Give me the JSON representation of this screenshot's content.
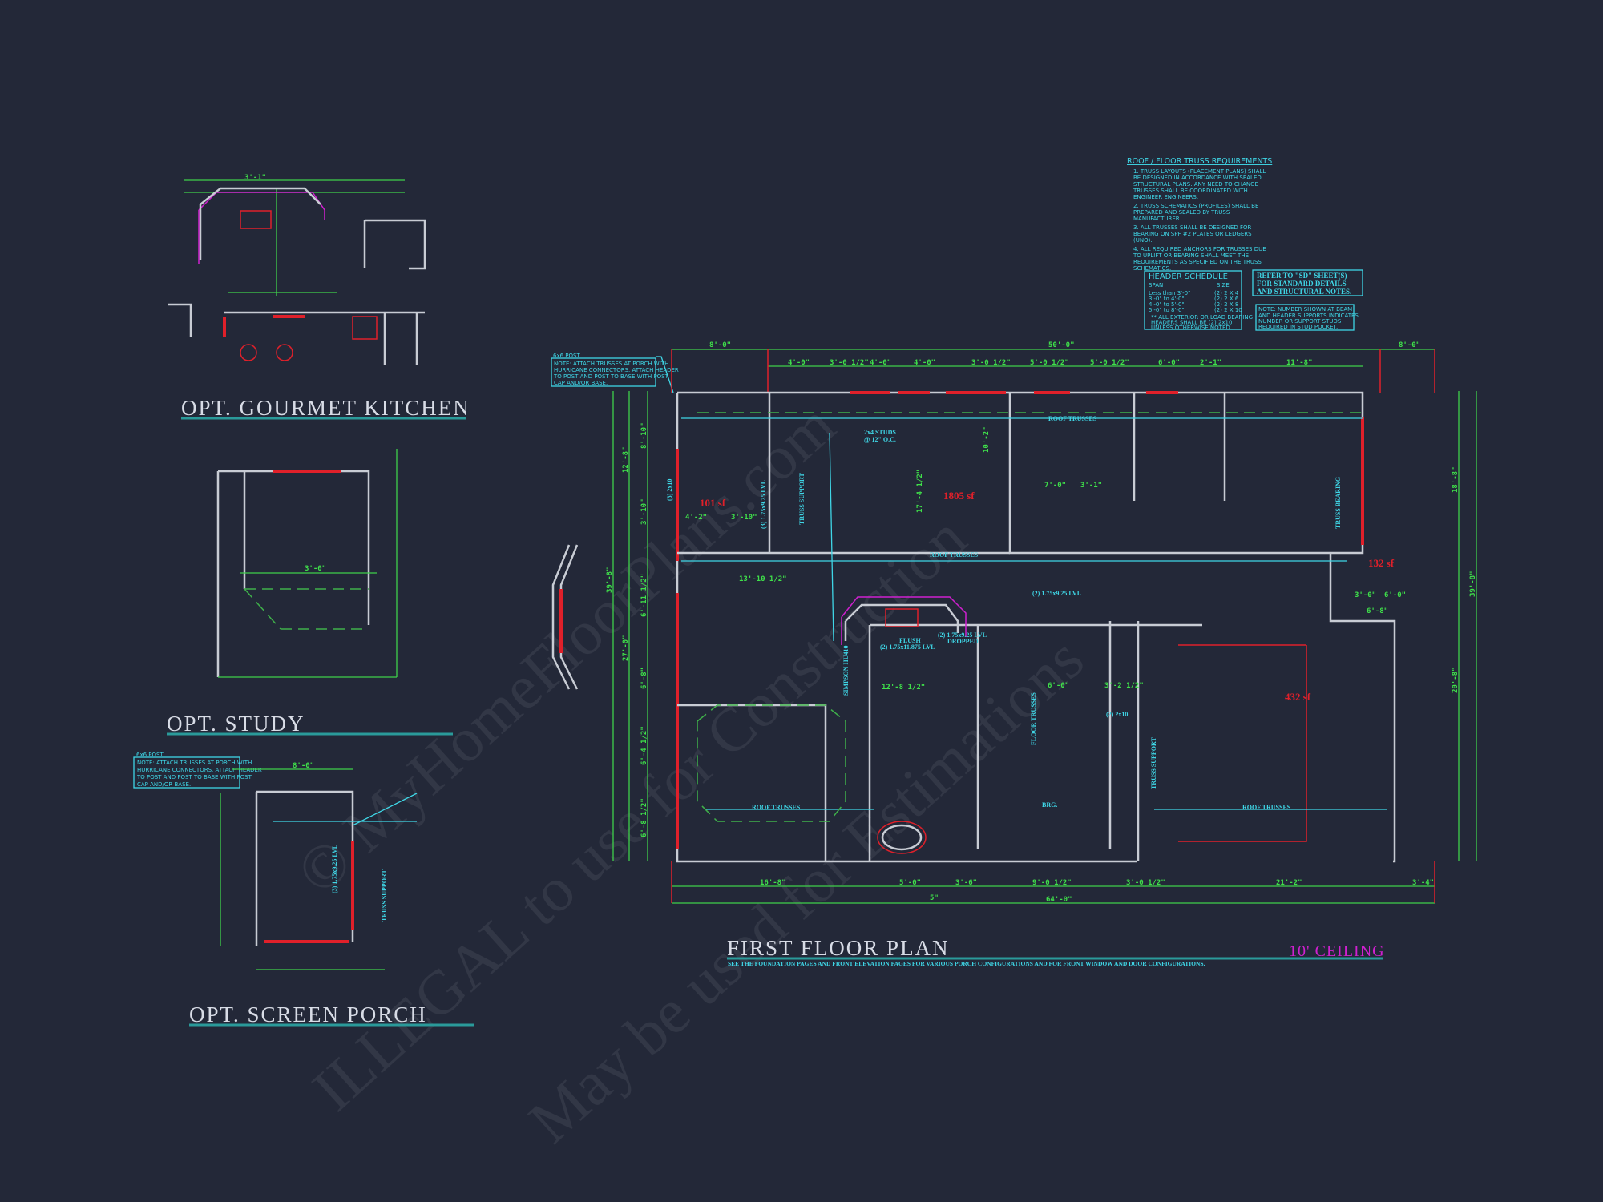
{
  "watermark": {
    "line1": "© MyHomeFloorPlans.com",
    "line2": "ILLEGAL to use for Construction",
    "line3": "May be used for Estimations"
  },
  "titles": {
    "gourmet_kitchen": "OPT. GOURMET KITCHEN",
    "study": "OPT. STUDY",
    "screen_porch": "OPT. SCREEN PORCH",
    "first_floor": "FIRST FLOOR PLAN",
    "ceiling": "10' CEILING",
    "first_floor_note": "SEE THE FOUNDATION PAGES AND FRONT ELEVATION PAGES FOR VARIOUS PORCH CONFIGURATIONS AND FOR FRONT WINDOW AND DOOR CONFIGURATIONS."
  },
  "truss_requirements": {
    "heading": "ROOF / FLOOR  TRUSS REQUIREMENTS",
    "items": [
      [
        "1. TRUSS LAYOUTS (PLACEMENT PLANS) SHALL",
        "BE DESIGNED IN ACCORDANCE WITH SEALED",
        "STRUCTURAL PLANS. ANY NEED TO CHANGE",
        "TRUSSES SHALL BE COORDINATED WITH",
        "ENGINEER ENGINEERS."
      ],
      [
        "2. TRUSS SCHEMATICS (PROFILES) SHALL BE",
        "PREPARED AND SEALED BY TRUSS",
        "MANUFACTURER."
      ],
      [
        "3. ALL TRUSSES SHALL BE DESIGNED FOR",
        "BEARING ON SPF #2 PLATES OR LEDGERS",
        "(UNO)."
      ],
      [
        "4. ALL REQUIRED ANCHORS FOR TRUSSES DUE",
        "TO UPLIFT OR BEARING SHALL MEET THE",
        "REQUIREMENTS AS SPECIFIED ON THE TRUSS",
        "SCHEMATICS."
      ]
    ]
  },
  "header_schedule": {
    "title": "HEADER SCHEDULE",
    "col_span": "SPAN",
    "col_size": "SIZE",
    "rows": [
      {
        "span": "Less than 3'-0\"",
        "size": "(2) 2 X 4"
      },
      {
        "span": "3'-0\" to 4'-0\"",
        "size": "(2) 2 X 6"
      },
      {
        "span": "4'-0\" to 5'-0\"",
        "size": "(2) 2 X 8"
      },
      {
        "span": "5'-0\" to 8'-0\"",
        "size": "(2) 2 X 10"
      }
    ],
    "footnote": [
      "** ALL EXTERIOR OR LOAD BEARING",
      "HEADERS SHALL BE (2) 2x10",
      "UNLESS OTHERWISE NOTED"
    ]
  },
  "refer_note": [
    "REFER TO \"SD\" SHEET(S)",
    "FOR STANDARD DETAILS",
    "AND STRUCTURAL NOTES."
  ],
  "stud_note": [
    "NOTE: NUMBER SHOWN AT BEAM",
    "AND HEADER SUPPORTS INDICATES",
    "NUMBER OR SUPPORT STUDS",
    "REQUIRED IN STUD POCKET."
  ],
  "porch_note": {
    "post": "6x6 POST",
    "lines": [
      "NOTE: ATTACH TRUSSES AT PORCH WITH",
      "HURRICANE CONNECTORS. ATTACH HEADER",
      "TO POST AND POST TO BASE WITH POST",
      "CAP AND/OR BASE."
    ]
  },
  "plan": {
    "areas": [
      "101 sf",
      "1805 sf",
      "132 sf",
      "432 sf"
    ],
    "labels": {
      "roof_trusses": "ROOF TRUSSES",
      "truss_support": "TRUSS SUPPORT",
      "truss_bearing": "TRUSS BEARING",
      "floor_trusses": "FLOOR TRUSSES",
      "studs": "2x4 STUDS",
      "studs_oc": "@ 12\" O.C.",
      "header_3_2x10": "(3) 2x10",
      "lvl_1": "(3) 1.75x9.25 LVL",
      "lvl_2": "(2) 1.75x9.25 LVL",
      "lvl_dropped_1": "(2) 1.75x9.25 LVL",
      "lvl_dropped_2": "DROPPED",
      "flush": "FLUSH",
      "lvl_flush": "(2) 1.75x11.875 LVL",
      "simpson": "SIMPSON HU410",
      "header_2_2x10": "(2) 2x10",
      "brg": "BRG."
    },
    "dims_top_overall": [
      "8'-0\"",
      "50'-0\"",
      "8'-0\""
    ],
    "dims_top": [
      "4'-0\"",
      "3'-0 1/2\"",
      "4'-0\"",
      "4'-0\"",
      "3'-0 1/2\"",
      "5'-0 1/2\"",
      "5'-0 1/2\"",
      "6'-0\"",
      "2'-1\"",
      "11'-8\""
    ],
    "dims_bottom": [
      "16'-8\"",
      "5'-0\"",
      "3'-6\"",
      "9'-0 1/2\"",
      "3'-0 1/2\"",
      "21'-2\"",
      "3'-4\""
    ],
    "dims_bottom_small": "5\"",
    "dims_bottom_overall": "64'-0\"",
    "dims_left": [
      "8'-10\"",
      "3'-10\"",
      "6'-11 1/2\"",
      "6'-8\"",
      "6'-4 1/2\"",
      "6'-8 1/2\""
    ],
    "dims_left_mid": [
      "12'-8\"",
      "27'-0\""
    ],
    "dims_left_overall": "39'-8\"",
    "dims_right": [
      "18'-8\"",
      "20'-8\""
    ],
    "dims_right_overall": "39'-8\"",
    "dims_inner": [
      "4'-2\"",
      "3'-10\"",
      "13'-10 1/2\"",
      "17'-4 1/2\"",
      "10'-2\"",
      "7'-0\"",
      "3'-1\"",
      "12'-8 1/2\"",
      "6'-0\"",
      "3'-2 1/2\"",
      "3'-0\"",
      "6'-0\"",
      "6'-8\""
    ]
  },
  "colors": {
    "background": "#232838",
    "walls": "#c8ccd4",
    "dimensions": "#3fd04a",
    "structural": "#3fd6e6",
    "headers": "#e0202a",
    "cabinets": "#d020d0"
  }
}
